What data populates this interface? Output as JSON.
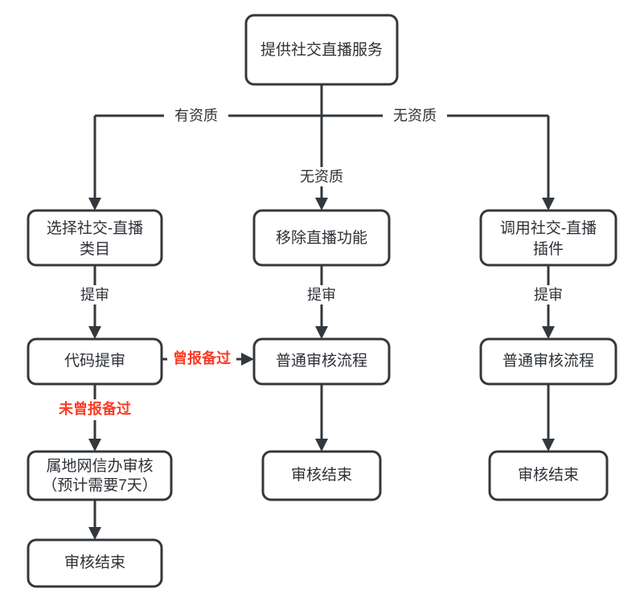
{
  "diagram": {
    "title_node": "提供社交直播服务",
    "accent_color": "#fa3c25",
    "line_color": "#33383d",
    "text_color": "#2d3136",
    "background": "#ffffff"
  },
  "nodes": {
    "root": {
      "line1": "提供社交直播服务"
    },
    "left_1": {
      "line1": "选择社交-直播",
      "line2": "类目"
    },
    "left_2": {
      "line1": "代码提审"
    },
    "left_3": {
      "line1": "属地网信办审核",
      "line2": "（预计需要7天）"
    },
    "left_4": {
      "line1": "审核结束"
    },
    "mid_1": {
      "line1": "移除直播功能"
    },
    "mid_2": {
      "line1": "普通审核流程"
    },
    "mid_3": {
      "line1": "审核结束"
    },
    "right_1": {
      "line1": "调用社交-直播",
      "line2": "插件"
    },
    "right_2": {
      "line1": "普通审核流程"
    },
    "right_3": {
      "line1": "审核结束"
    }
  },
  "edges": {
    "root_to_left": "有资质",
    "root_to_right": "无资质",
    "root_to_mid": "无资质",
    "left1_to_left2": "提审",
    "mid1_to_mid2": "提审",
    "right1_to_right2": "提审",
    "left2_to_mid2": "曾报备过",
    "left2_to_left3": "未曾报备过"
  }
}
